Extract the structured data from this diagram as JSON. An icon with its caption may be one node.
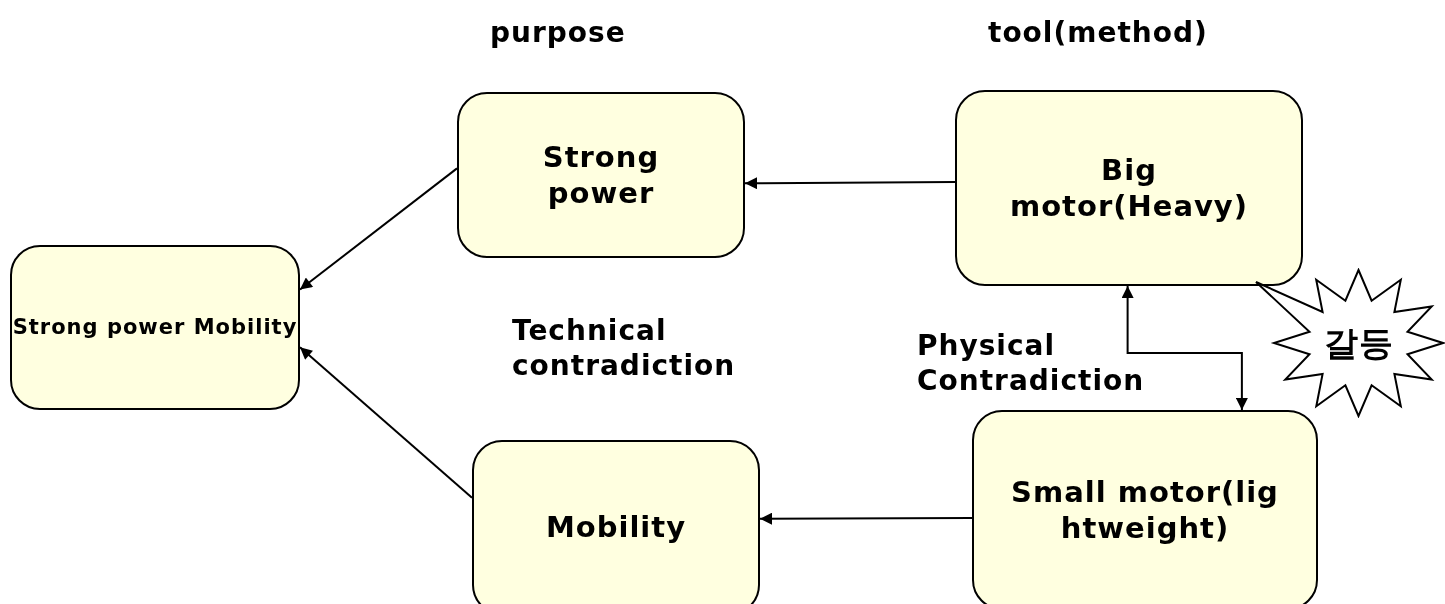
{
  "diagram": {
    "nodes": [
      {
        "text": [
          "Strong power Mobility"
        ]
      },
      {
        "text": [
          "Strong power"
        ]
      },
      {
        "text": [
          "Big motor(Heavy)"
        ]
      },
      {
        "text": [
          "Mobility"
        ]
      },
      {
        "text": [
          "Small motor(lightweight)"
        ]
      },
      {
        "text": [
          "갈등"
        ]
      }
    ],
    "edges": [
      {
        "from": 2,
        "to": 1,
        "arrow": "to"
      },
      {
        "from": 1,
        "to": 0,
        "arrow": "to"
      },
      {
        "from": 3,
        "to": 0,
        "arrow": "to"
      },
      {
        "from": 4,
        "to": 3,
        "arrow": "to"
      },
      {
        "from": 2,
        "to": 4,
        "arrow": "both"
      }
    ],
    "labels": [
      "purpose",
      "tool(method)",
      "Technical contradiction",
      "Physical Contradiction"
    ]
  }
}
